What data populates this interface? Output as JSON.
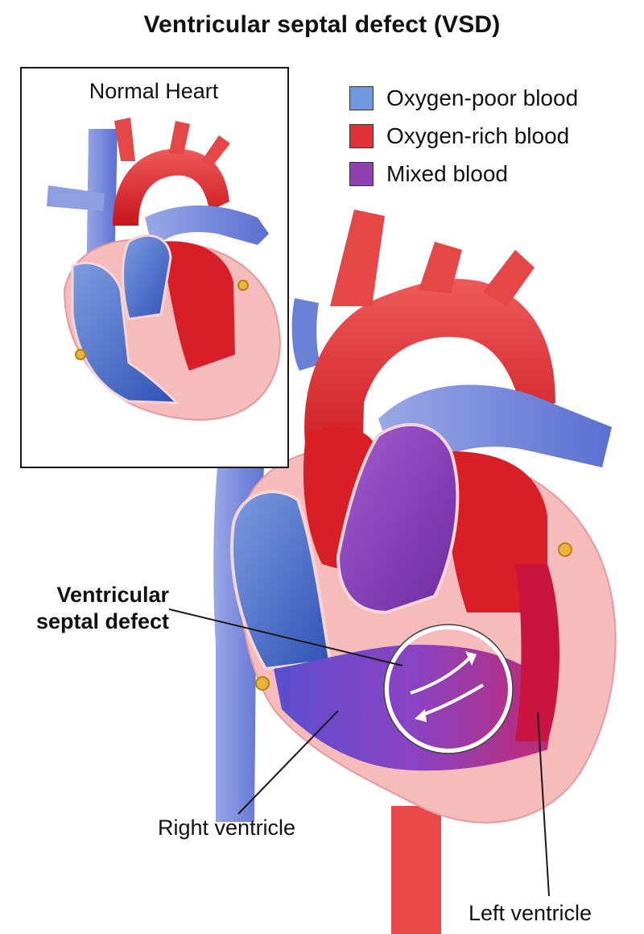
{
  "title": "Ventricular septal defect (VSD)",
  "inset": {
    "label": "Normal Heart"
  },
  "legend": [
    {
      "label": "Oxygen-poor blood",
      "color": "#6f9ae0"
    },
    {
      "label": "Oxygen-rich blood",
      "color": "#e0313a"
    },
    {
      "label": "Mixed blood",
      "color": "#8e3fb0"
    }
  ],
  "labels": {
    "vsd_line1": "Ventricular",
    "vsd_line2": "septal defect",
    "right_ventricle": "Right ventricle",
    "left_ventricle": "Left ventricle"
  }
}
